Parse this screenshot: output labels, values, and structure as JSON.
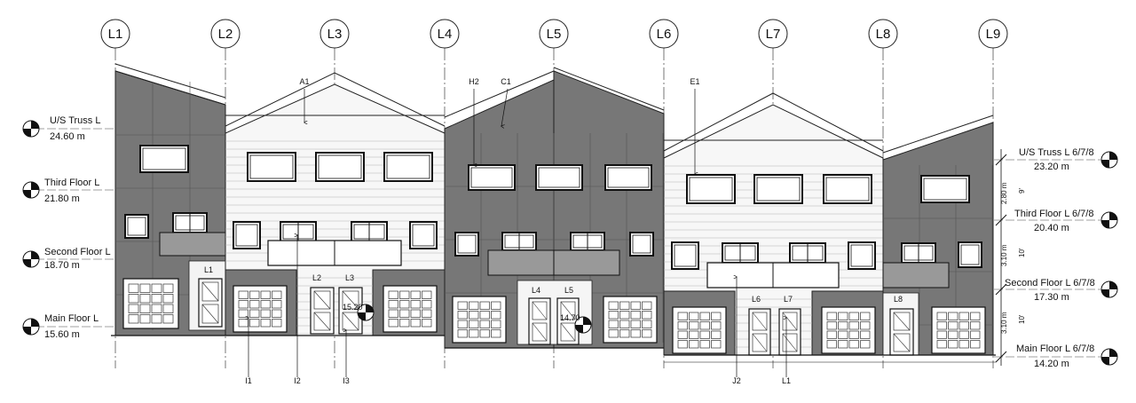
{
  "grid_lines": [
    "L1",
    "L2",
    "L3",
    "L4",
    "L5",
    "L6",
    "L7",
    "L8",
    "L9"
  ],
  "levels_left": [
    {
      "name": "U/S Truss L",
      "elevation": "24.60 m"
    },
    {
      "name": "Third Floor L",
      "elevation": "21.80 m"
    },
    {
      "name": "Second Floor L",
      "elevation": "18.70 m"
    },
    {
      "name": "Main Floor L",
      "elevation": "15.60 m"
    }
  ],
  "levels_right": [
    {
      "name": "U/S Truss L 6/7/8",
      "elevation": "23.20 m"
    },
    {
      "name": "Third Floor L 6/7/8",
      "elevation": "20.40 m"
    },
    {
      "name": "Second Floor L 6/7/8",
      "elevation": "17.30 m"
    },
    {
      "name": "Main Floor L 6/7/8",
      "elevation": "14.20 m"
    }
  ],
  "material_tags": [
    "A1",
    "H2",
    "C1",
    "E1"
  ],
  "door_tags": [
    "L1",
    "L2",
    "L3",
    "L4",
    "L5",
    "L6",
    "L7",
    "L8"
  ],
  "bottom_tags": [
    "I1",
    "I2",
    "I3",
    "J2",
    "L1"
  ],
  "spot_elevations": [
    "15.20",
    "14.70"
  ],
  "dimensions": {
    "metric": [
      "2.80 m",
      "3.10 m",
      "3.10 m"
    ],
    "imperial": [
      "9'",
      "10'",
      "10'"
    ]
  },
  "colors": {
    "cladding_dark": "#777777",
    "cladding_light": "#f7f7f7",
    "line": "#222222"
  }
}
